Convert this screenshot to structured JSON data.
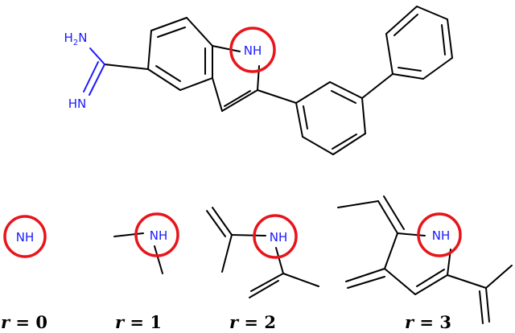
{
  "molecule": {
    "atoms": {
      "nh": "NH",
      "amine_h2n": "H2N",
      "imine_hn": "HN"
    }
  },
  "fragments": [
    {
      "atom": "NH",
      "label_var": "r",
      "label_eq": " = ",
      "label_val": "0"
    },
    {
      "atom": "NH",
      "label_var": "r",
      "label_eq": " = ",
      "label_val": "1"
    },
    {
      "atom": "NH",
      "label_var": "r",
      "label_eq": " = ",
      "label_val": "2"
    },
    {
      "atom": "NH",
      "label_var": "r",
      "label_eq": " = ",
      "label_val": "3"
    }
  ],
  "colors": {
    "bond": "#000000",
    "nitrogen": "#1a1aff",
    "highlight_circle": "#e8141b"
  }
}
